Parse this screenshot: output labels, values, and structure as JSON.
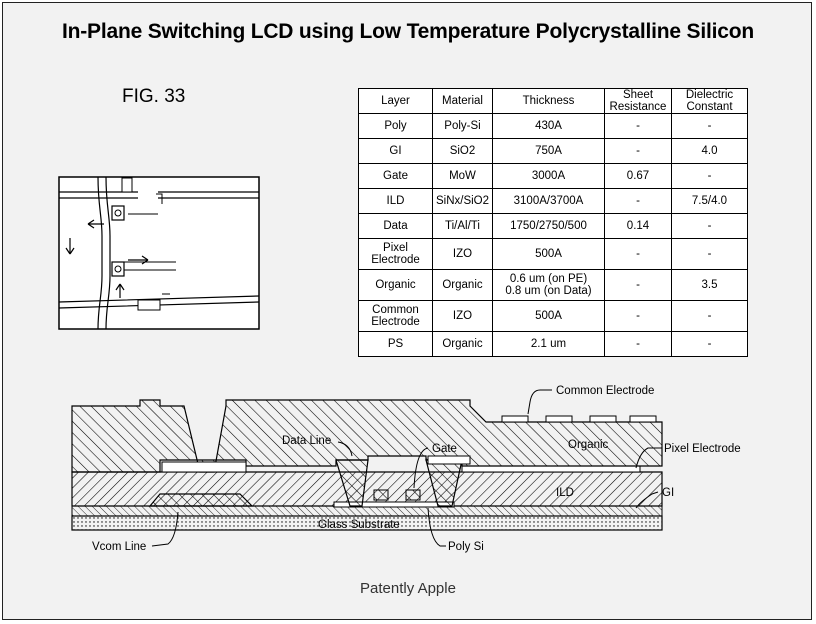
{
  "title": "In-Plane Switching LCD using Low Temperature Polycrystalline Silicon",
  "figure_label": "FIG. 33",
  "table": {
    "headers": [
      "Layer",
      "Material",
      "Thickness",
      "Sheet Resistance",
      "Dielectric Constant"
    ],
    "rows": [
      [
        "Poly",
        "Poly-Si",
        "430A",
        "-",
        "-"
      ],
      [
        "GI",
        "SiO2",
        "750A",
        "-",
        "4.0"
      ],
      [
        "Gate",
        "MoW",
        "3000A",
        "0.67",
        "-"
      ],
      [
        "ILD",
        "SiNx/SiO2",
        "3100A/3700A",
        "-",
        "7.5/4.0"
      ],
      [
        "Data",
        "Ti/Al/Ti",
        "1750/2750/500",
        "0.14",
        "-"
      ],
      [
        "Pixel Electrode",
        "IZO",
        "500A",
        "-",
        "-"
      ],
      [
        "Organic",
        "Organic",
        "0.6 um (on PE)\n0.8 um (on Data)",
        "-",
        "3.5"
      ],
      [
        "Common Electrode",
        "IZO",
        "500A",
        "-",
        "-"
      ],
      [
        "PS",
        "Organic",
        "2.1 um",
        "-",
        "-"
      ]
    ]
  },
  "cross_section_labels": {
    "common_electrode": "Common Electrode",
    "data_line": "Data Line",
    "gate": "Gate",
    "organic": "Organic",
    "pixel_electrode": "Pixel Electrode",
    "ild": "ILD",
    "gi": "GI",
    "glass_substrate": "Glass Substrate",
    "vcom_line": "Vcom Line",
    "poly_si": "Poly Si"
  },
  "footer": "Patently Apple"
}
